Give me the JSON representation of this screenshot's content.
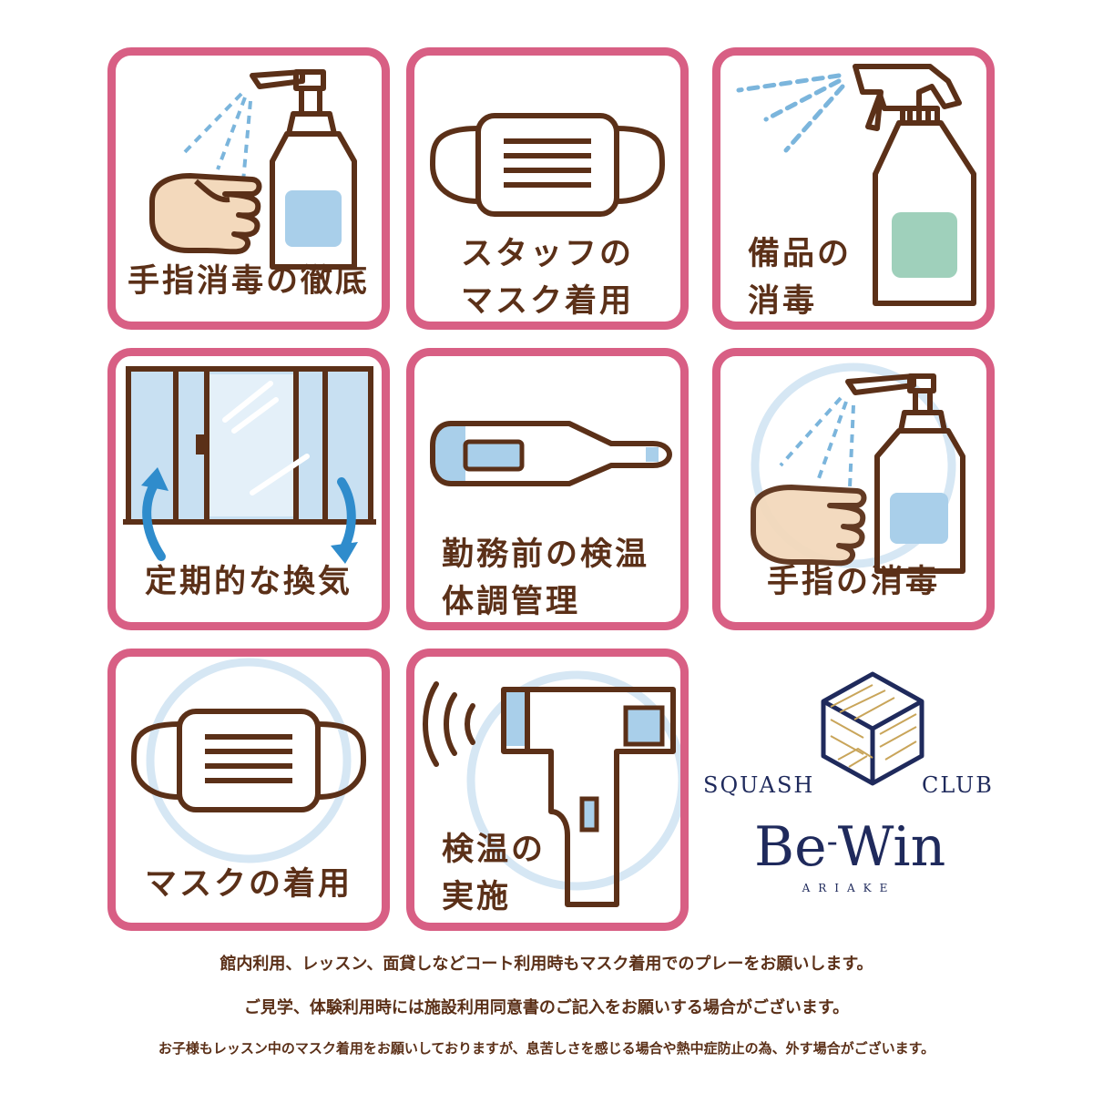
{
  "cards": [
    {
      "lines": [
        "手指消毒の徹底"
      ]
    },
    {
      "lines": [
        "スタッフの",
        "マスク着用"
      ]
    },
    {
      "lines": [
        "備品の",
        "消毒"
      ]
    },
    {
      "lines": [
        "定期的な換気"
      ]
    },
    {
      "lines": [
        "勤務前の検温",
        "体調管理"
      ]
    },
    {
      "lines": [
        "手指の消毒"
      ]
    },
    {
      "lines": [
        "マスクの着用"
      ]
    },
    {
      "lines": [
        "検温の",
        "実施"
      ]
    }
  ],
  "logo": {
    "left_word": "SQUASH",
    "right_word": "CLUB",
    "brand_part1": "Be",
    "brand_dash": "-",
    "brand_part2": "Win",
    "location": "ARIAKE"
  },
  "notices": [
    "館内利用、レッスン、面貸しなどコート利用時もマスク着用でのプレーをお願いします。",
    "ご見学、体験利用時には施設利用同意書のご記入をお願いする場合がございます。",
    "お子様もレッスン中のマスク着用をお願いしておりますが、息苦しさを感じる場合や熱中症防止の為、外す場合がございます。"
  ],
  "colors": {
    "card_border": "#d85f84",
    "icon_stroke": "#5b3018",
    "icon_blue": "#a9cfea",
    "icon_green": "#9fd0bb",
    "skin": "#f3d9bc",
    "text_brown": "#5b3018",
    "logo_navy": "#1f2a5c",
    "logo_gold": "#c9a55a"
  }
}
